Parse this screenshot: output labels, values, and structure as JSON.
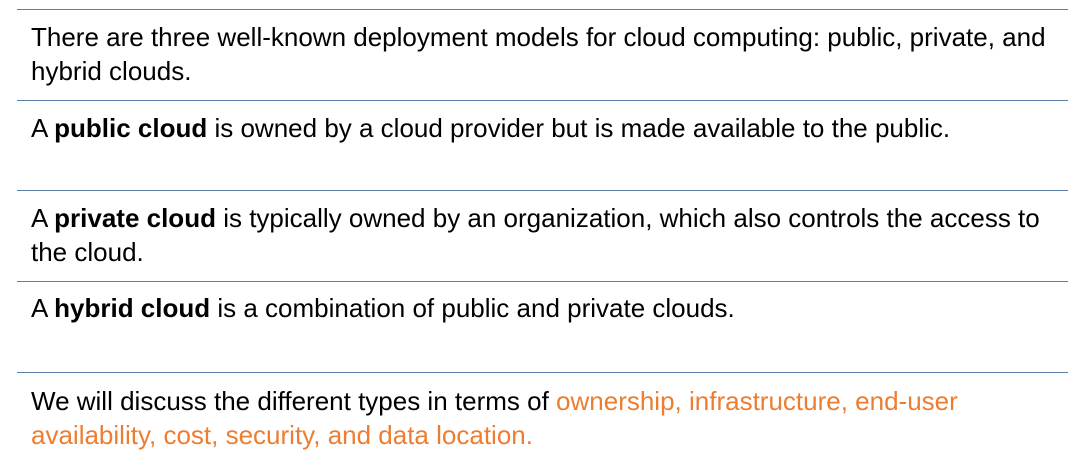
{
  "colors": {
    "rule": "#5b7fa8",
    "accent": "#ed7d31",
    "text": "#000000"
  },
  "paragraphs": [
    {
      "text": "There are three well-known deployment models for cloud computing: public, private, and hybrid clouds."
    },
    {
      "prefix": "A ",
      "term": "public cloud",
      "rest": " is owned by a cloud provider but is made available to the public."
    },
    {
      "prefix": "A ",
      "term": "private cloud",
      "rest": " is typically owned by an organization, which also controls the access to the cloud."
    },
    {
      "prefix": "A ",
      "term": "hybrid cloud",
      "rest": " is a combination of public and private clouds."
    },
    {
      "lead": "We will discuss the different types in terms of ",
      "highlight": "ownership, infrastructure, end-user availability, cost, security, and data location."
    }
  ]
}
